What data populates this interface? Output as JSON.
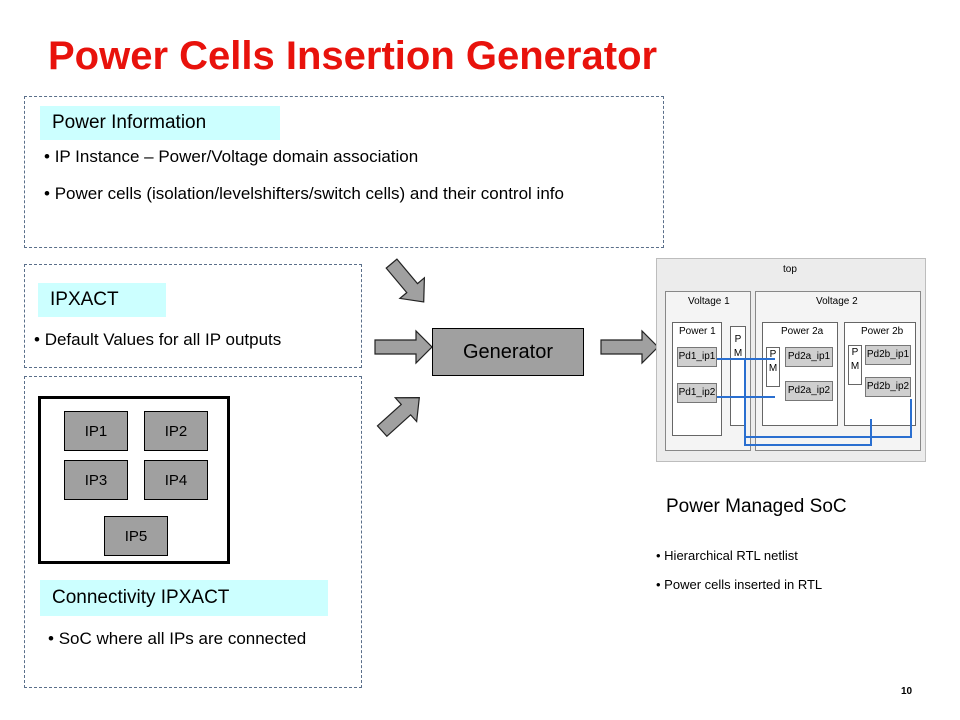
{
  "title": "Power Cells Insertion Generator",
  "power_info": {
    "heading": "Power Information",
    "bullets": [
      "IP Instance – Power/Voltage domain association",
      "Power cells (isolation/levelshifters/switch cells) and their control info"
    ]
  },
  "ipxact": {
    "heading": "IPXACT",
    "bullets": [
      "Default Values for all IP outputs"
    ]
  },
  "ips": [
    "IP1",
    "IP2",
    "IP3",
    "IP4",
    "IP5"
  ],
  "connectivity": {
    "heading": "Connectivity IPXACT",
    "bullets": [
      "SoC where all IPs are connected"
    ]
  },
  "generator": "Generator",
  "soc_diagram": {
    "top": "top",
    "voltage1": "Voltage 1",
    "voltage2": "Voltage 2",
    "power1": "Power 1",
    "power2a": "Power 2a",
    "power2b": "Power 2b",
    "pm": "P M",
    "pd1_ip1": "Pd1_ip1",
    "pd1_ip2": "Pd1_ip2",
    "pd2a_ip1": "Pd2a_ip1",
    "pd2a_ip2": "Pd2a_ip2",
    "pd2b_ip1": "Pd2b_ip1",
    "pd2b_ip2": "Pd2b_ip2"
  },
  "output": {
    "heading": "Power Managed SoC",
    "bullets": [
      "Hierarchical RTL netlist",
      "Power cells inserted in RTL"
    ]
  },
  "page_number": "10",
  "colors": {
    "title": "#e8120c",
    "label_bg": "#ccffff",
    "box_fill": "#a0a0a0"
  }
}
